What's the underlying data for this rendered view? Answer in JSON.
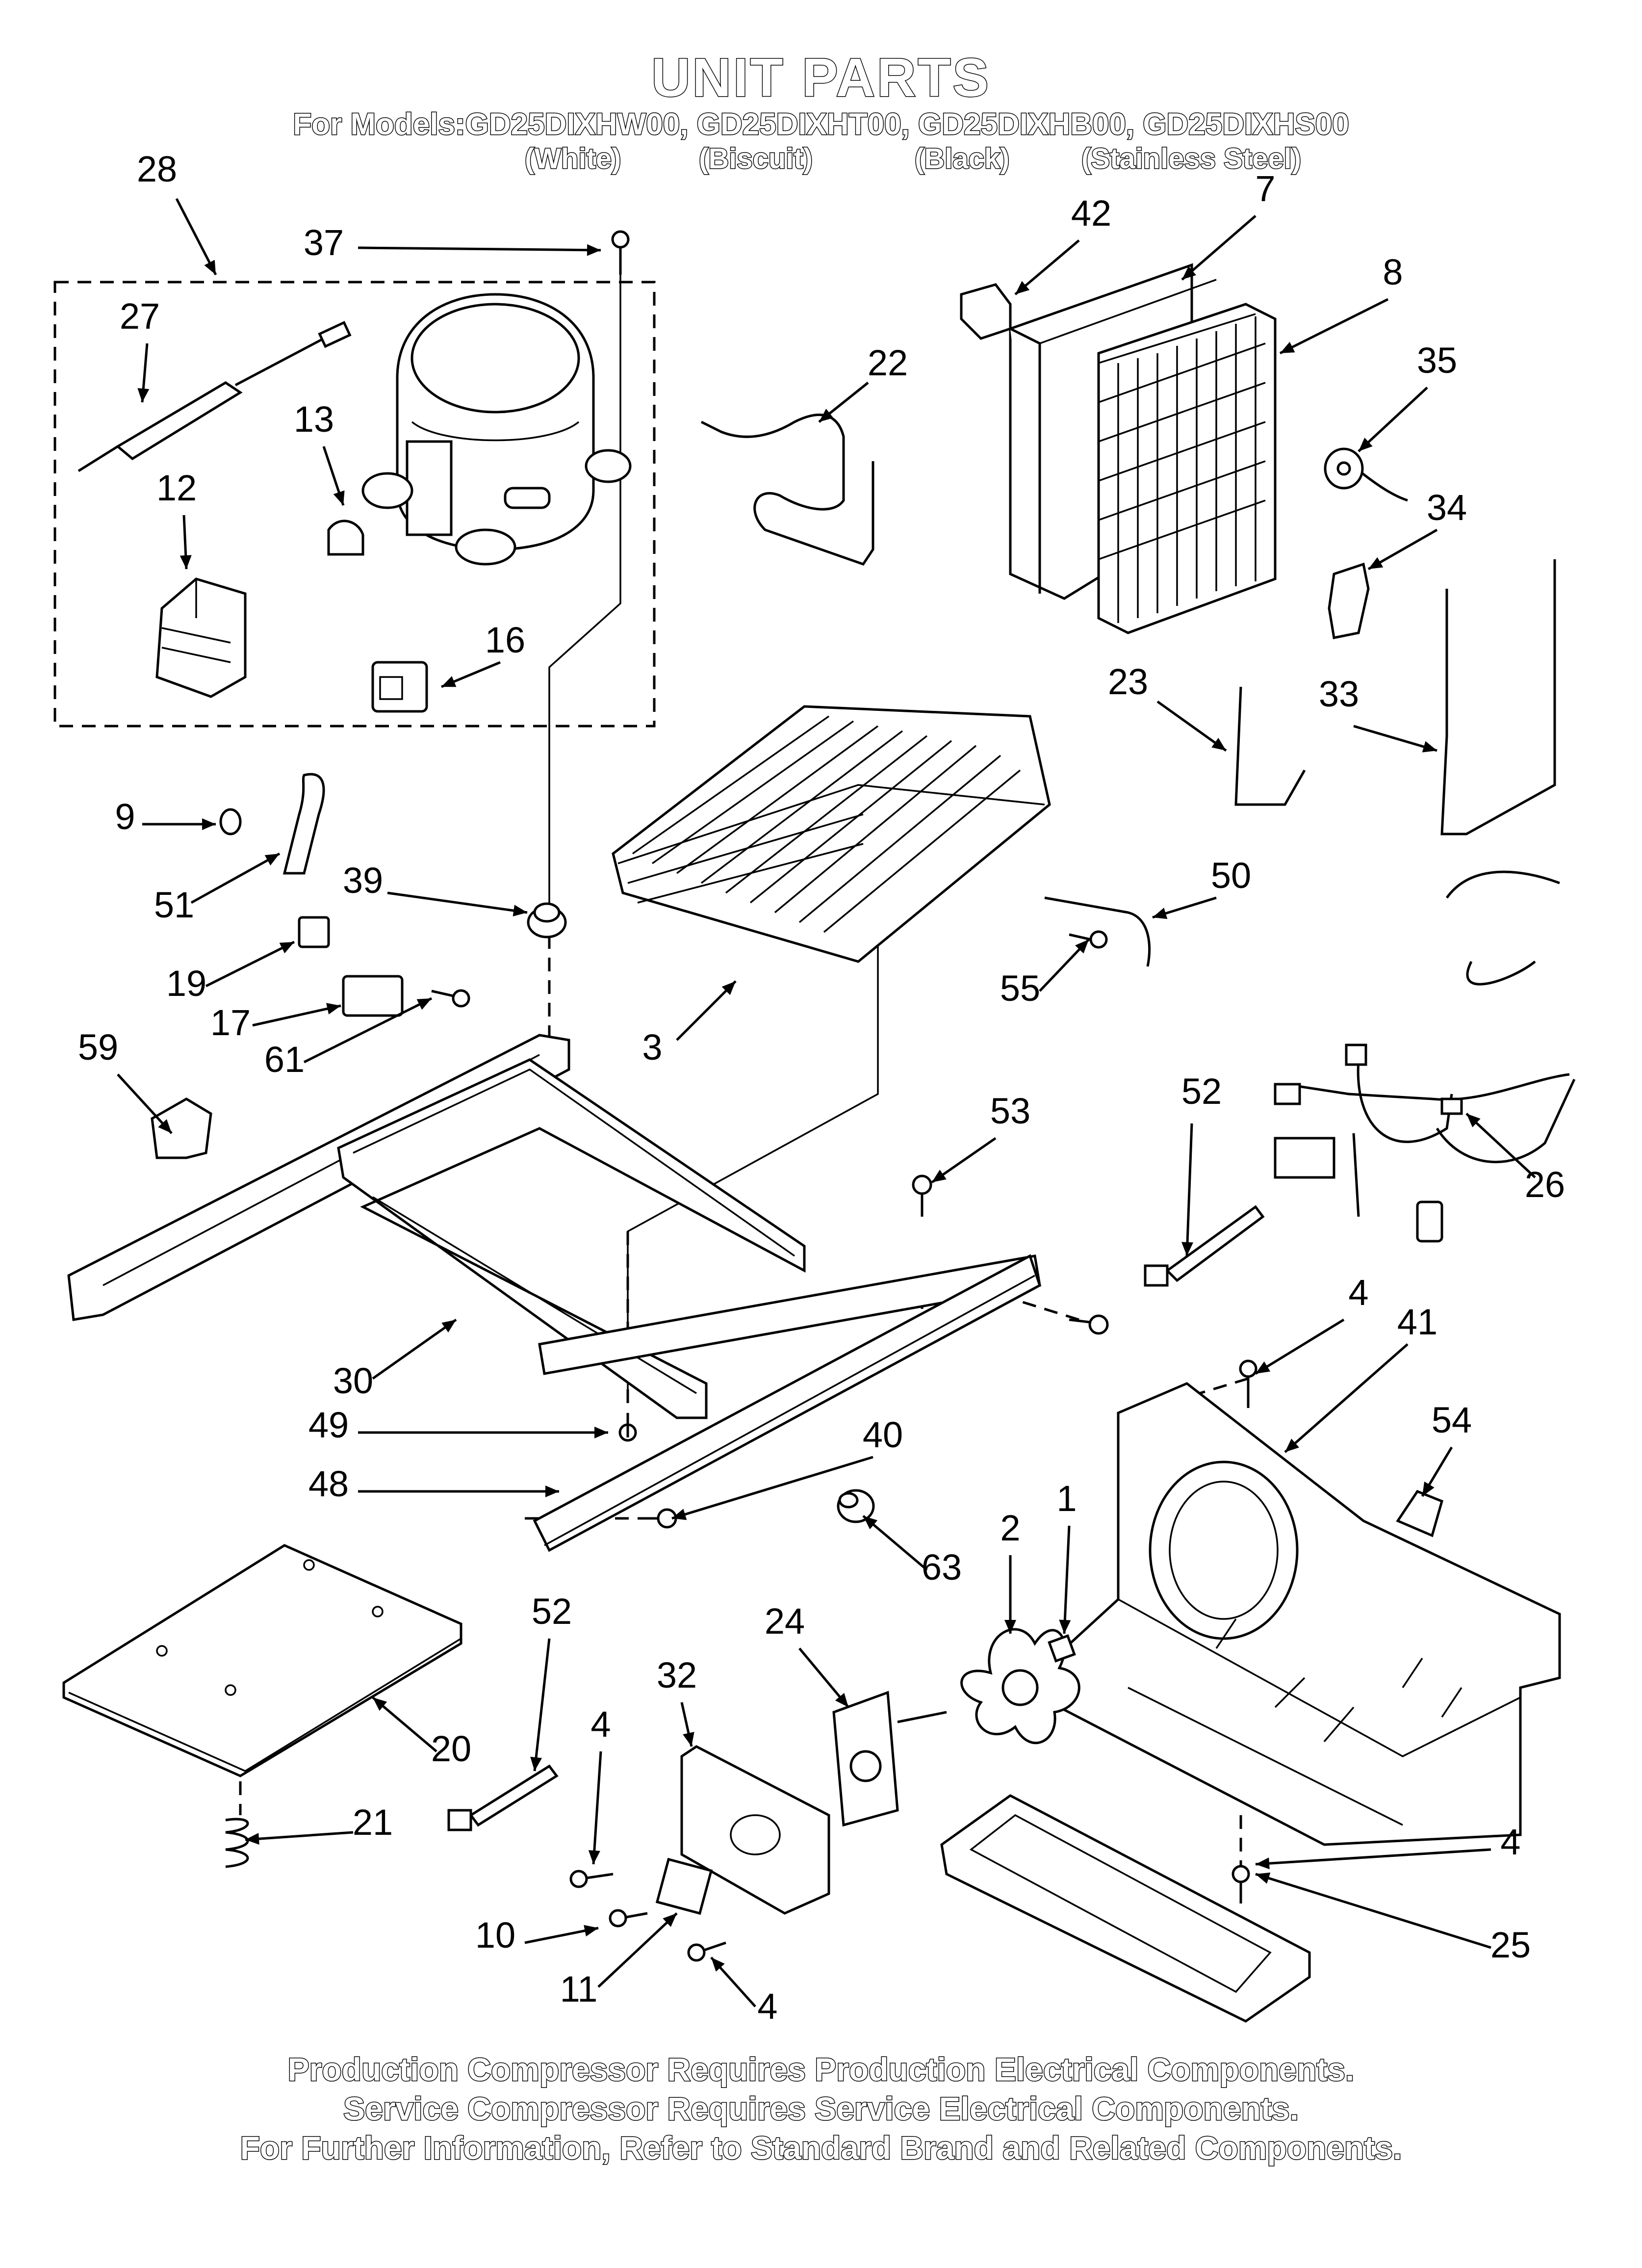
{
  "header": {
    "title": "UNIT PARTS",
    "models": "For Models:GD25DIXHW00, GD25DIXHT00, GD25DIXHB00, GD25DIXHS00",
    "finishes": [
      "(White)",
      "(Biscuit)",
      "(Black)",
      "(Stainless Steel)"
    ]
  },
  "callouts": [
    "28",
    "37",
    "27",
    "13",
    "12",
    "16",
    "42",
    "7",
    "22",
    "8",
    "35",
    "34",
    "23",
    "33",
    "9",
    "51",
    "39",
    "19",
    "17",
    "61",
    "59",
    "3",
    "50",
    "55",
    "52",
    "26",
    "53",
    "30",
    "49",
    "48",
    "40",
    "4",
    "41",
    "54",
    "63",
    "2",
    "1",
    "24",
    "32",
    "20",
    "21",
    "10",
    "11",
    "25"
  ],
  "footer": {
    "line1": "Production Compressor Requires Production Electrical Components.",
    "line2": "Service Compressor Requires Service Electrical Components.",
    "line3": "For Further Information, Refer to Standard Brand and Related Components."
  }
}
